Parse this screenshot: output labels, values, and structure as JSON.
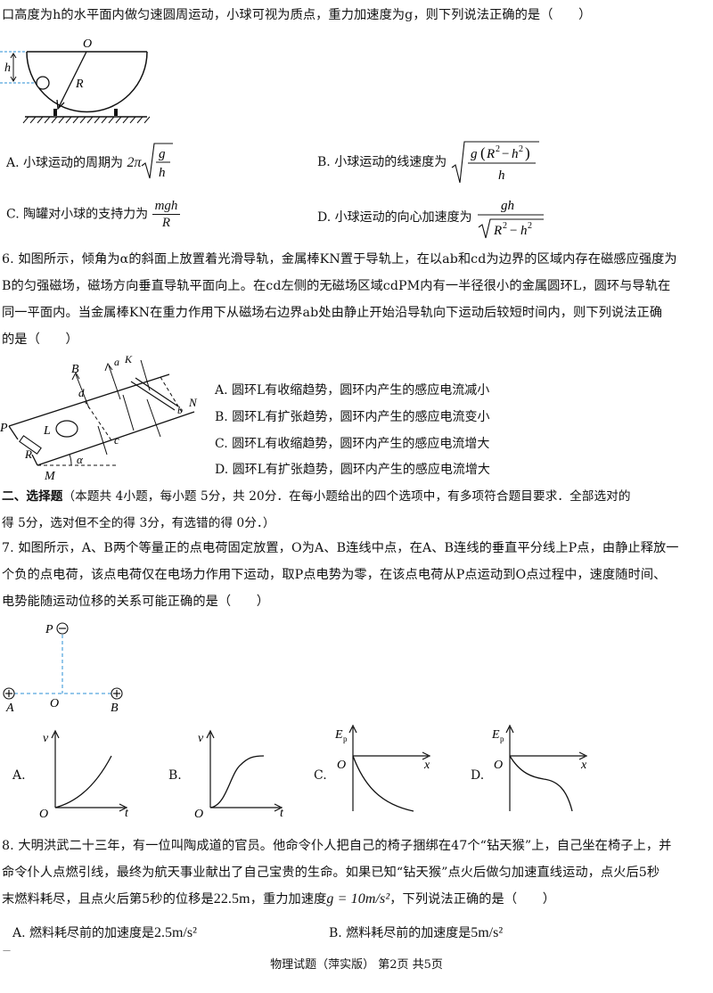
{
  "q5": {
    "stem_tail": "口高度为h的水平面内做匀速圆周运动，小球可视为质点，重力加速度为g，则下列说法正确的是（　　）",
    "figure_labels": {
      "O": "O",
      "h": "h",
      "R": "R"
    },
    "options": [
      {
        "letter": "A.",
        "text": "小球运动的周期为",
        "expr": "2π√(g/h)"
      },
      {
        "letter": "B.",
        "text": "小球运动的线速度为",
        "expr": "√(g(R²−h²)/h)"
      },
      {
        "letter": "C.",
        "text": "陶罐对小球的支持力为",
        "expr": "mgh/R"
      },
      {
        "letter": "D.",
        "text": "小球运动的向心加速度为",
        "expr": "gh/√(R²−h²)"
      }
    ]
  },
  "q6": {
    "lines": [
      "6. 如图所示，倾角为α的斜面上放置着光滑导轨，金属棒KN置于导轨上，在以ab和cd为边界的区域内存在磁感应强度为",
      "B的匀强磁场，磁场方向垂直导轨平面向上。在cd左侧的无磁场区域cdPM内有一半径很小的金属圆环L，圆环与导轨在",
      "同一平面内。当金属棒KN在重力作用下从磁场右边界ab处由静止开始沿导轨向下运动后较短时间内，则下列说法正确",
      "的是（　　）"
    ],
    "figure_labels": {
      "B": "B",
      "K": "K",
      "a": "a",
      "b": "b",
      "N": "N",
      "d": "d",
      "L": "L",
      "c": "c",
      "P": "P",
      "R": "R",
      "M": "M",
      "alpha": "α"
    },
    "options": [
      "A. 圆环L有收缩趋势，圆环内产生的感应电流减小",
      "B. 圆环L有扩张趋势，圆环内产生的感应电流变小",
      "C. 圆环L有收缩趋势，圆环内产生的感应电流增大",
      "D. 圆环L有扩张趋势，圆环内产生的感应电流增大"
    ]
  },
  "section2": {
    "title": "二、选择题",
    "note_line1": "（本题共 4小题，每小题 5分，共 20分．在每小题给出的四个选项中，有多项符合题目要求．全部选对的",
    "note_line2": "得 5分，选对但不全的得 3分，有选错的得 0分．）"
  },
  "q7": {
    "lines": [
      "7. 如图所示，A、B两个等量正的点电荷固定放置，O为A、B连线中点，在A、B连线的垂直平分线上P点，由静止释放一",
      "个负的点电荷，该点电荷仅在电场力作用下运动，取P点电势为零，在该点电荷从P点运动到O点过程中，速度随时间、",
      "电势能随运动位移的关系可能正确的是（　　）"
    ],
    "figure_labels": {
      "P": "P",
      "A": "A",
      "O": "O",
      "B": "B"
    },
    "graphs": [
      {
        "letter": "A.",
        "y": "v",
        "x": "t",
        "origin": "O"
      },
      {
        "letter": "B.",
        "y": "v",
        "x": "t",
        "origin": "O"
      },
      {
        "letter": "C.",
        "y": "E",
        "y_sub": "p",
        "x": "x",
        "origin": "O"
      },
      {
        "letter": "D.",
        "y": "E",
        "y_sub": "p",
        "x": "x",
        "origin": "O"
      }
    ]
  },
  "q8": {
    "line1": "8. 大明洪武二十三年，有一位叫陶成道的官员。他命令仆人把自己的椅子捆绑在47个“钻天猴”上，自己坐在椅子上，并",
    "line2": "命令仆人点燃引线，最终为航天事业献出了自己宝贵的生命。如果已知“钻天猴”点火后做匀加速直线运动，点火后5秒",
    "line3_a": "末燃料耗尽，且点火后第5秒的位移是",
    "line3_b": "22.5m",
    "line3_c": "，重力加速度",
    "line3_d": "g = 10m/s²",
    "line3_e": "，下列说法正确的是（　　）",
    "optA_text": "A. 燃料耗尽前的加速度是",
    "optA_val": "2.5m/s²",
    "optB_text": "B. 燃料耗尽前的加速度是",
    "optB_val": "5m/s²"
  },
  "footer": "物理试题（萍实版） 第2页 共5页",
  "corner_mark": "—"
}
